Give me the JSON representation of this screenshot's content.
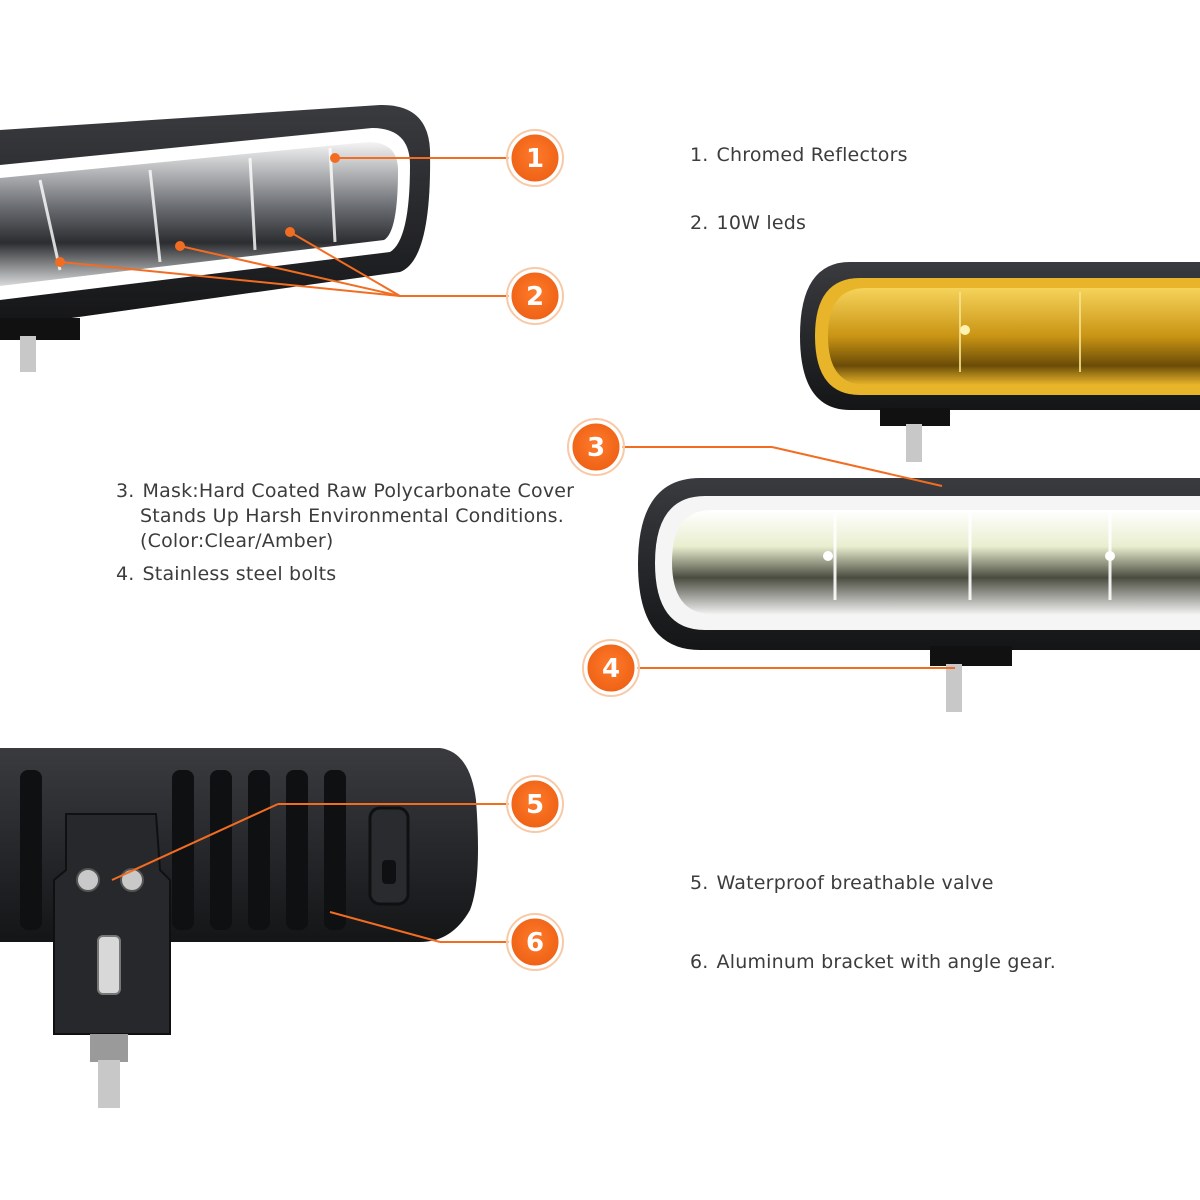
{
  "features": [
    {
      "num": "1.",
      "text": "Chromed Reflectors"
    },
    {
      "num": "2.",
      "text": "10W leds"
    },
    {
      "num": "3.",
      "lead": "Mask:",
      "text": "Hard  Coated  Raw Polycarbonate Cover",
      "line2": "Stands Up Harsh  Environmental  Conditions.",
      "line3": "(Color:Clear/Amber)"
    },
    {
      "num": "4.",
      "text": "Stainless steel bolts"
    },
    {
      "num": "5.",
      "text": "Waterproof breathable valve"
    },
    {
      "num": "6.",
      "text": "Aluminum bracket with angle gear."
    }
  ],
  "callouts": [
    "1",
    "2",
    "3",
    "4",
    "5",
    "6"
  ],
  "colors": {
    "accent": "#f26d21",
    "housing": "#1e1f22",
    "amber": "#e8b52a",
    "text": "#3c3c3c"
  }
}
